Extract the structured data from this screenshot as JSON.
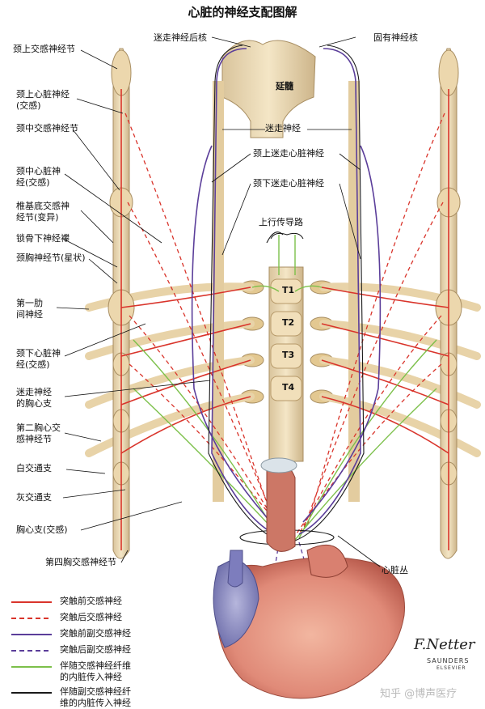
{
  "title": "心脏的神经支配图解",
  "labels": {
    "dorsal_vagal_nucleus": "迷走神经后核",
    "nucleus_ambiguus": "固有神经核",
    "medulla": "延髓",
    "vagus_nerve": "迷走神经",
    "superior_vagal_cardiac": "颈上迷走心脏神经",
    "inferior_vagal_cardiac": "颈下迷走心脏神经",
    "ascending_tract": "上行传导路",
    "superior_cervical_ganglion": "颈上交感神经节",
    "superior_cardiac_nerve": "颈上心脏神经\n(交感)",
    "middle_cervical_ganglion": "颈中交感神经节",
    "middle_cardiac_nerve": "颈中心脏神\n经(交感)",
    "vertebral_ganglion": "椎基底交感神\n经节(变异)",
    "subclavian_loop": "锁骨下神经襻",
    "cervicothoracic_ganglion": "颈胸神经节(星状)",
    "first_intercostal": "第一肋\n间神经",
    "inferior_cardiac_nerve": "颈下心脏神\n经(交感)",
    "vagal_thoracic_cardiac": "迷走神经\n的胸心支",
    "second_thoracic_ganglion": "第二胸心交\n感神经节",
    "white_ramus": "白交通支",
    "gray_ramus": "灰交通支",
    "thoracic_cardiac_branch": "胸心支(交感)",
    "fourth_thoracic_ganglion": "第四胸交感神经节",
    "cardiac_plexus": "心脏丛",
    "t1": "T1",
    "t2": "T2",
    "t3": "T3",
    "t4": "T4"
  },
  "legend": [
    {
      "text": "突触前交感神经",
      "color": "#d9342b",
      "dashed": false
    },
    {
      "text": "突触后交感神经",
      "color": "#d9342b",
      "dashed": true
    },
    {
      "text": "突触前副交感神经",
      "color": "#5b3e9a",
      "dashed": false
    },
    {
      "text": "突触后副交感神经",
      "color": "#5b3e9a",
      "dashed": true
    },
    {
      "text": "伴随交感神经纤维\n的内脏传入神经",
      "color": "#7cc04a",
      "dashed": false
    },
    {
      "text": "伴随副交感神经纤\n维的内脏传入神经",
      "color": "#1a1a1a",
      "dashed": false
    }
  ],
  "signature": "F.Netter",
  "publisher": "SAUNDERS",
  "publisher_sub": "ELSEVIER",
  "watermark": "知乎 @博声医疗"
}
